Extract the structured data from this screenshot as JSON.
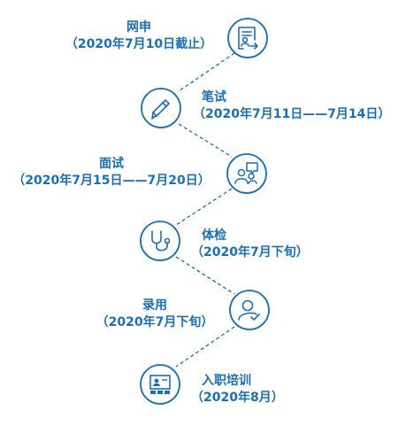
{
  "theme": {
    "accent": "#1b6fb3"
  },
  "steps": [
    {
      "title": "网申",
      "date": "（2020年7月10日截止）",
      "icon": "document-person-icon"
    },
    {
      "title": "笔试",
      "date": "（2020年7月11日——7月14日）",
      "icon": "pen-icon"
    },
    {
      "title": "面试",
      "date": "（2020年7月15日——7月20日）",
      "icon": "people-chat-icon"
    },
    {
      "title": "体检",
      "date": "（2020年7月下旬）",
      "icon": "stethoscope-icon"
    },
    {
      "title": "录用",
      "date": "（2020年7月下旬）",
      "icon": "person-check-icon"
    },
    {
      "title": "入职培训",
      "date": "（2020年8月）",
      "icon": "presentation-board-icon"
    }
  ]
}
